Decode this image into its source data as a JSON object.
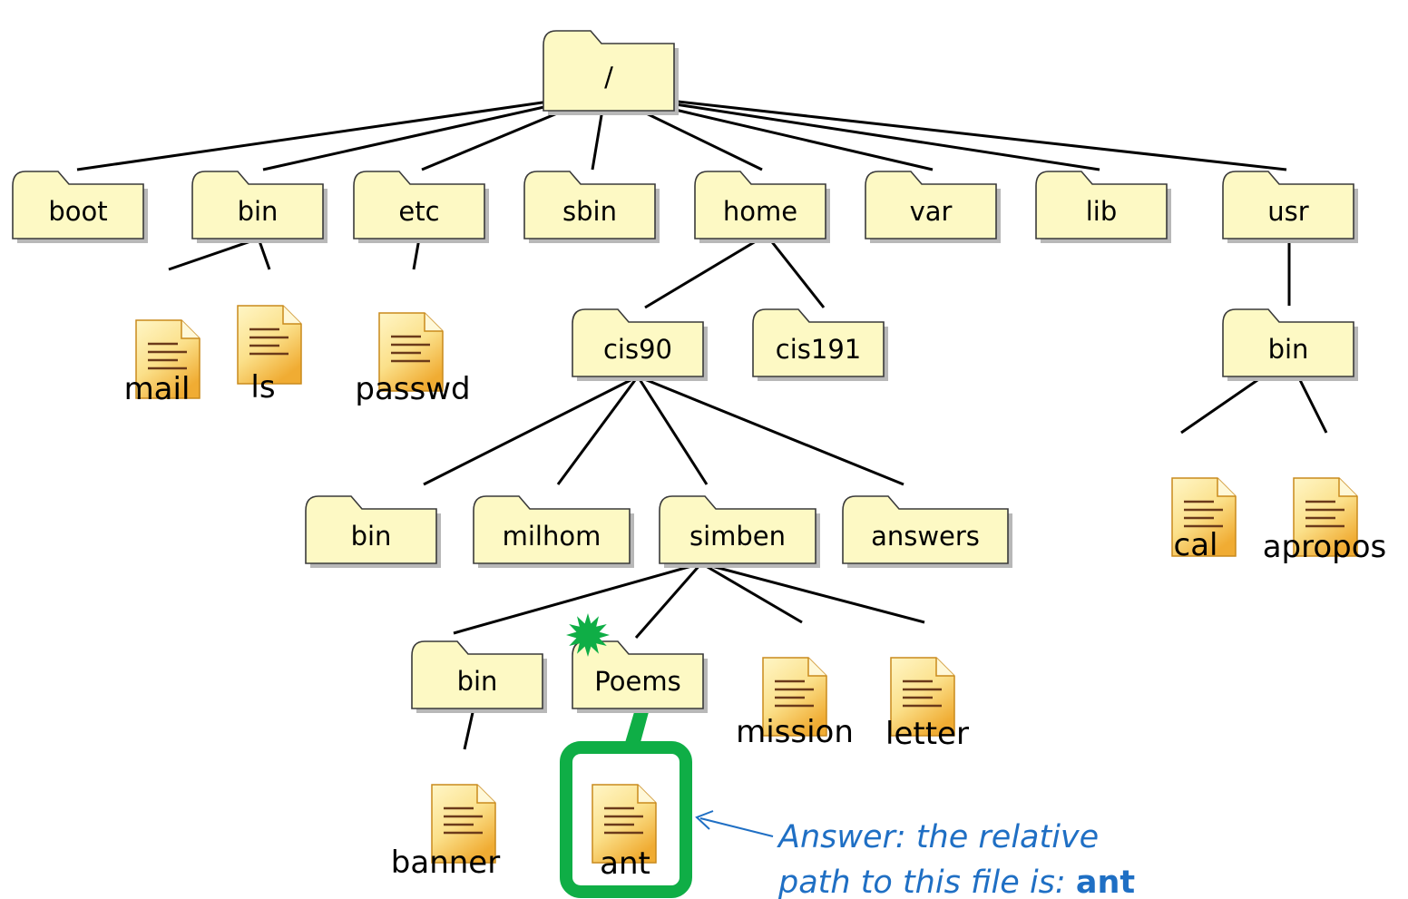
{
  "tree": {
    "root": {
      "id": "root",
      "label": "/"
    },
    "folders": [
      {
        "id": "boot",
        "label": "boot",
        "parent": "root"
      },
      {
        "id": "bin_top",
        "label": "bin",
        "parent": "root"
      },
      {
        "id": "etc",
        "label": "etc",
        "parent": "root"
      },
      {
        "id": "sbin",
        "label": "sbin",
        "parent": "root"
      },
      {
        "id": "home",
        "label": "home",
        "parent": "root"
      },
      {
        "id": "var",
        "label": "var",
        "parent": "root"
      },
      {
        "id": "lib",
        "label": "lib",
        "parent": "root"
      },
      {
        "id": "usr",
        "label": "usr",
        "parent": "root"
      },
      {
        "id": "cis90",
        "label": "cis90",
        "parent": "home"
      },
      {
        "id": "cis191",
        "label": "cis191",
        "parent": "home"
      },
      {
        "id": "usr_bin",
        "label": "bin",
        "parent": "usr"
      },
      {
        "id": "cis90_bin",
        "label": "bin",
        "parent": "cis90"
      },
      {
        "id": "milhom",
        "label": "milhom",
        "parent": "cis90"
      },
      {
        "id": "simben",
        "label": "simben",
        "parent": "cis90"
      },
      {
        "id": "answers",
        "label": "answers",
        "parent": "cis90"
      },
      {
        "id": "simben_bin",
        "label": "bin",
        "parent": "simben"
      },
      {
        "id": "poems",
        "label": "Poems",
        "parent": "simben"
      }
    ],
    "files": [
      {
        "id": "mail",
        "label": "mail",
        "parent": "bin_top"
      },
      {
        "id": "ls",
        "label": "ls",
        "parent": "bin_top"
      },
      {
        "id": "passwd",
        "label": "passwd",
        "parent": "etc"
      },
      {
        "id": "cal",
        "label": "cal",
        "parent": "usr_bin"
      },
      {
        "id": "apropos",
        "label": "apropos",
        "parent": "usr_bin"
      },
      {
        "id": "mission",
        "label": "mission",
        "parent": "simben"
      },
      {
        "id": "letter",
        "label": "letter",
        "parent": "simben"
      },
      {
        "id": "banner",
        "label": "banner",
        "parent": "simben_bin"
      },
      {
        "id": "ant",
        "label": "ant",
        "parent": "poems"
      }
    ]
  },
  "current_directory": "poems",
  "highlighted_file": "ant",
  "answer": {
    "line1": "Answer: the relative",
    "line2_prefix": "path to this file is: ",
    "line2_bold": "ant"
  },
  "colors": {
    "folder_fill": "#fdf9c4",
    "folder_stroke": "#3a3a3a",
    "folder_shadow": "#b8b8b8",
    "line": "#000000",
    "highlight": "#0fae46",
    "answer": "#1f6fc4",
    "file_light": "#fff3b8",
    "file_dark": "#f2b33a",
    "file_lines": "#6b3a1a"
  }
}
